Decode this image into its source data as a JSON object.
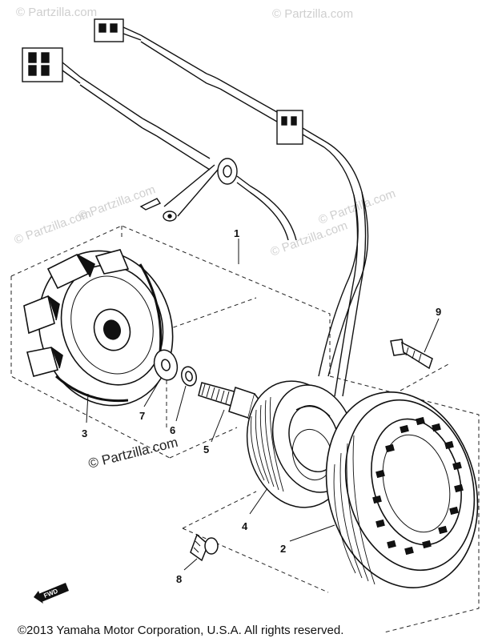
{
  "watermark": {
    "text": "© Partzilla.com",
    "tiles": [
      "© Partzilla.com",
      "© Partzilla.com",
      "© Partzilla.com",
      "© Partzilla.com",
      "© Partzilla.com",
      "© Partzilla.com"
    ]
  },
  "site_label": "© Partzilla.com",
  "fwd_label": "FWD",
  "copyright": "©2013 Yamaha Motor Corporation, U.S.A. All rights reserved.",
  "callouts": {
    "c1": "1",
    "c2": "2",
    "c3": "3",
    "c4": "4",
    "c5": "5",
    "c6": "6",
    "c7": "7",
    "c8": "8",
    "c9": "9"
  }
}
